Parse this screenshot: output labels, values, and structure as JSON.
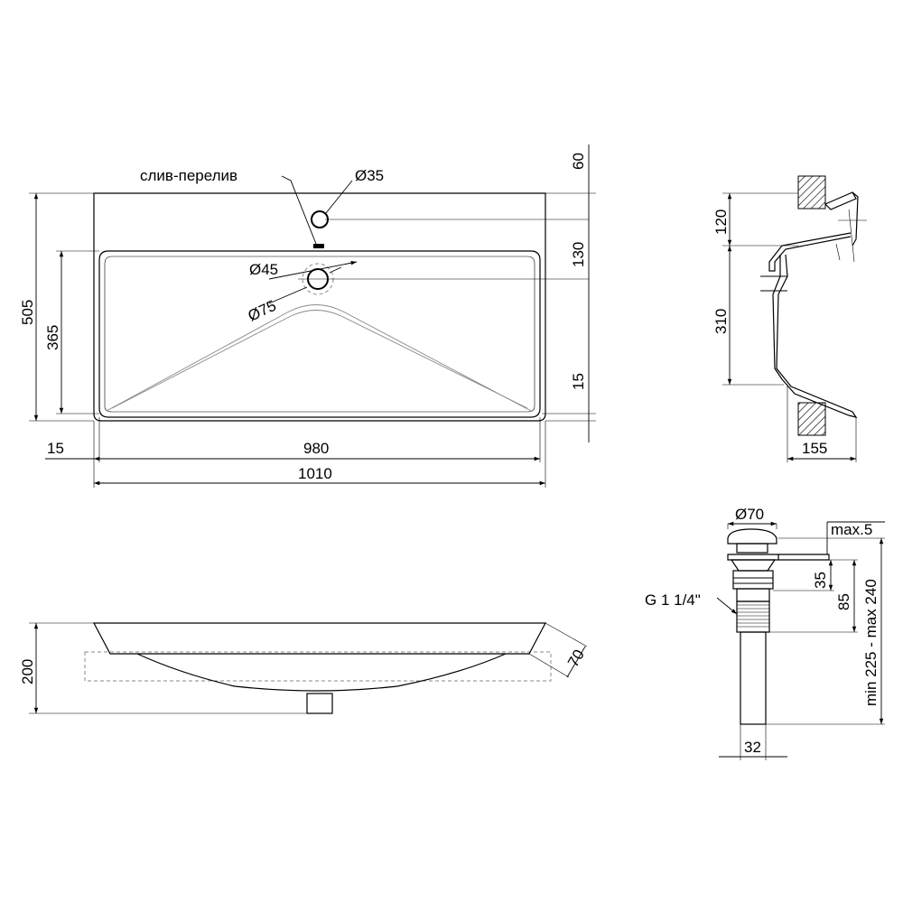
{
  "labels": {
    "overflow_drain": "слив-перелив",
    "hole_small": "Ø35",
    "hole_drain": "Ø45",
    "hole_drain_outer": "Ø75",
    "thread": "G 1 1/4\"",
    "drain_cap": "Ø70"
  },
  "dimensions": {
    "top_view": {
      "total_depth": "505",
      "bowl_depth": "365",
      "tap_offset": "60",
      "drain_offset": "130",
      "rim_front": "15",
      "side_rim": "15",
      "bowl_width": "980",
      "total_width": "1010"
    },
    "side_section": {
      "upper_height": "120",
      "bowl_height": "310",
      "depth_bottom": "155"
    },
    "front_view": {
      "total_height": "200",
      "rim_slope": "70"
    },
    "drain_fitting": {
      "max_gap": "max.5",
      "cap_height": "35",
      "thread_length": "85",
      "total_length": "min 225 - max 240",
      "pipe_diameter": "32"
    }
  }
}
